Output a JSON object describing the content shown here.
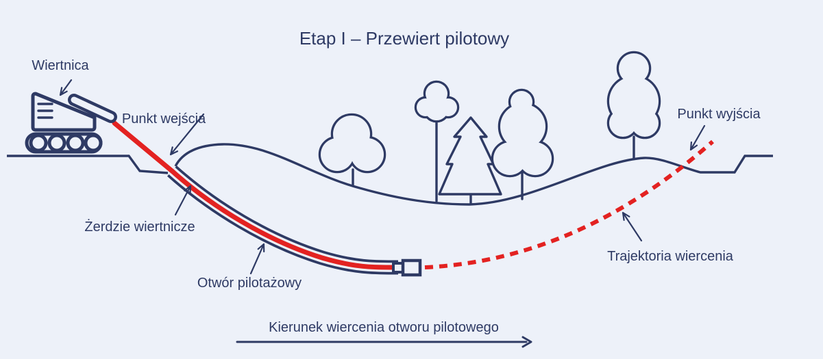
{
  "title": "Etap I – Przewiert pilotowy",
  "colors": {
    "navy": "#2e3a64",
    "red": "#e32221",
    "background": "#edf1f9"
  },
  "labels": {
    "rig": "Wiertnica",
    "entry_point": "Punkt wejścia",
    "drill_rods": "Żerdzie wiertnicze",
    "pilot_hole": "Otwór pilotażowy",
    "trajectory": "Trajektoria wiercenia",
    "exit_point": "Punkt wyjścia",
    "direction": "Kierunek wiercenia otworu pilotowego"
  }
}
